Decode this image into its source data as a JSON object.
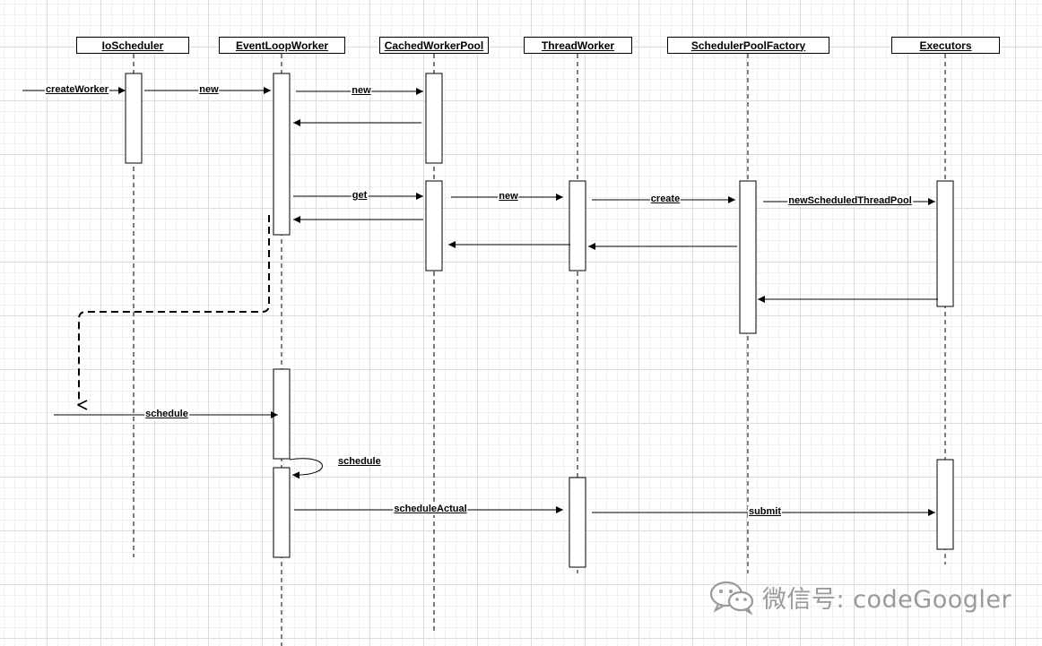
{
  "participants": [
    {
      "id": "io",
      "label": "IoScheduler"
    },
    {
      "id": "elw",
      "label": "EventLoopWorker"
    },
    {
      "id": "cwp",
      "label": "CachedWorkerPool"
    },
    {
      "id": "tw",
      "label": "ThreadWorker"
    },
    {
      "id": "spf",
      "label": "SchedulerPoolFactory"
    },
    {
      "id": "ex",
      "label": "Executors"
    }
  ],
  "messages": [
    {
      "label": "createWorker",
      "from": "external",
      "to": "io",
      "kind": "call"
    },
    {
      "label": "new",
      "from": "io",
      "to": "elw",
      "kind": "call"
    },
    {
      "label": "new",
      "from": "elw",
      "to": "cwp",
      "kind": "call"
    },
    {
      "label": "",
      "from": "cwp",
      "to": "elw",
      "kind": "return"
    },
    {
      "label": "get",
      "from": "elw",
      "to": "cwp",
      "kind": "call"
    },
    {
      "label": "",
      "from": "cwp",
      "to": "elw",
      "kind": "return"
    },
    {
      "label": "new",
      "from": "cwp",
      "to": "tw",
      "kind": "call"
    },
    {
      "label": "",
      "from": "tw",
      "to": "cwp",
      "kind": "return"
    },
    {
      "label": "create",
      "from": "tw",
      "to": "spf",
      "kind": "call"
    },
    {
      "label": "",
      "from": "spf",
      "to": "tw",
      "kind": "return"
    },
    {
      "label": "newScheduledThreadPool",
      "from": "spf",
      "to": "ex",
      "kind": "call"
    },
    {
      "label": "",
      "from": "ex",
      "to": "spf",
      "kind": "return"
    },
    {
      "label": "schedule",
      "from": "external",
      "to": "elw",
      "kind": "call"
    },
    {
      "label": "schedule",
      "from": "elw",
      "to": "elw",
      "kind": "self"
    },
    {
      "label": "scheduleActual",
      "from": "elw",
      "to": "tw",
      "kind": "call"
    },
    {
      "label": "submit",
      "from": "tw",
      "to": "ex",
      "kind": "call"
    }
  ],
  "watermark": {
    "text": "微信号: codeGoogler",
    "icon": "wechat-icon"
  },
  "colors": {
    "line": "#000000",
    "activation_fill": "#ffffff",
    "grid": "#dcdcdc",
    "watermark": "#9a9a9a"
  }
}
